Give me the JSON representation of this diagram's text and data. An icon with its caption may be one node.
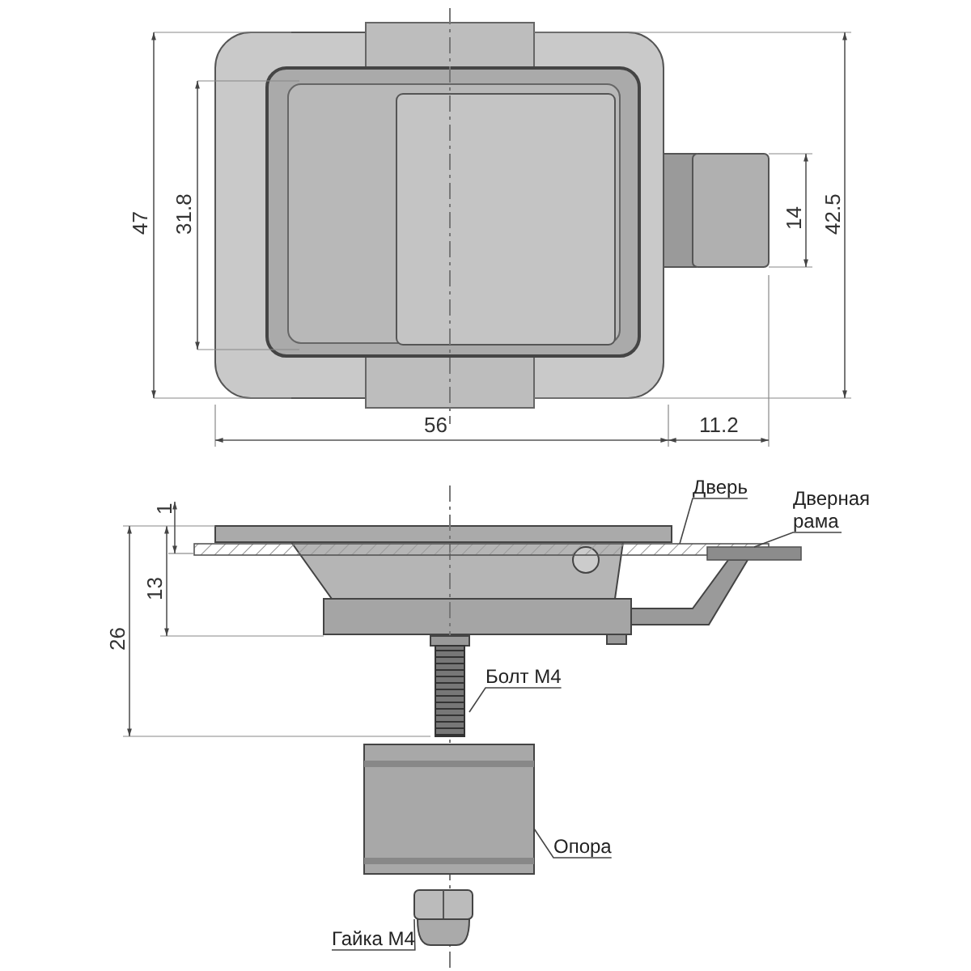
{
  "diagram": {
    "nodes": [
      {
        "text": [
          "Дверь"
        ]
      },
      {
        "text": [],
        "shape": "bar"
      },
      {
        "text": [
          "Дверная рама"
        ]
      },
      {
        "text": [],
        "shape": "bar"
      },
      {
        "text": [
          "Болт M4"
        ]
      },
      {
        "text": [],
        "shape": "picture"
      },
      {
        "text": [
          "Опора"
        ]
      },
      {
        "text": [],
        "shape": "picture"
      },
      {
        "text": [
          "Гайка M4"
        ]
      },
      {
        "text": [],
        "shape": "picture"
      }
    ],
    "edges": [
      {
        "from": 0,
        "to": 1,
        "arrow": "none"
      },
      {
        "from": 2,
        "to": 3,
        "arrow": "none"
      },
      {
        "from": 4,
        "to": 5,
        "arrow": "none"
      },
      {
        "from": 6,
        "to": 7,
        "arrow": "none"
      },
      {
        "from": 8,
        "to": 9,
        "arrow": "none"
      }
    ],
    "labels": [
      "47",
      "31.8",
      "14",
      "42.5",
      "56",
      "11.2",
      "1",
      "13",
      "26"
    ]
  }
}
